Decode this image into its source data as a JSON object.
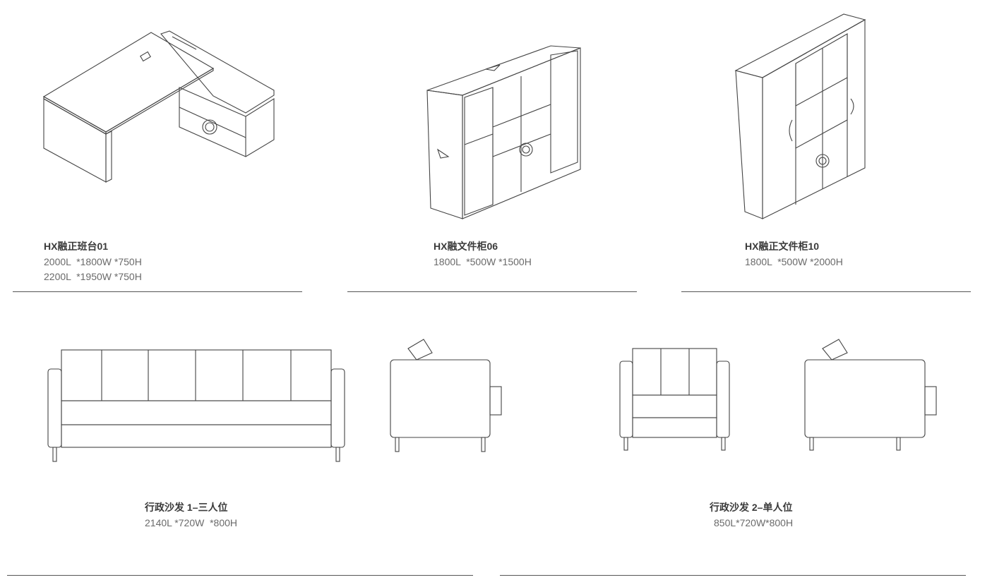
{
  "products": [
    {
      "name": "HX融正班台01",
      "specs": [
        "2000L  *1800W *750H",
        "2200L  *1950W *750H"
      ],
      "icon": "executive-desk"
    },
    {
      "name": "HX融文件柜06",
      "specs": [
        "1800L  *500W *1500H"
      ],
      "icon": "file-cabinet-low"
    },
    {
      "name": "HX融正文件柜10",
      "specs": [
        "1800L  *500W *2000H"
      ],
      "icon": "file-cabinet-tall"
    },
    {
      "name": "行政沙发 1–三人位",
      "specs": [
        "2140L *720W  *800H"
      ],
      "icon": "three-seat-sofa"
    },
    {
      "name": "行政沙发 2–单人位",
      "specs": [
        "850L*720W*800H"
      ],
      "icon": "single-sofa"
    }
  ]
}
